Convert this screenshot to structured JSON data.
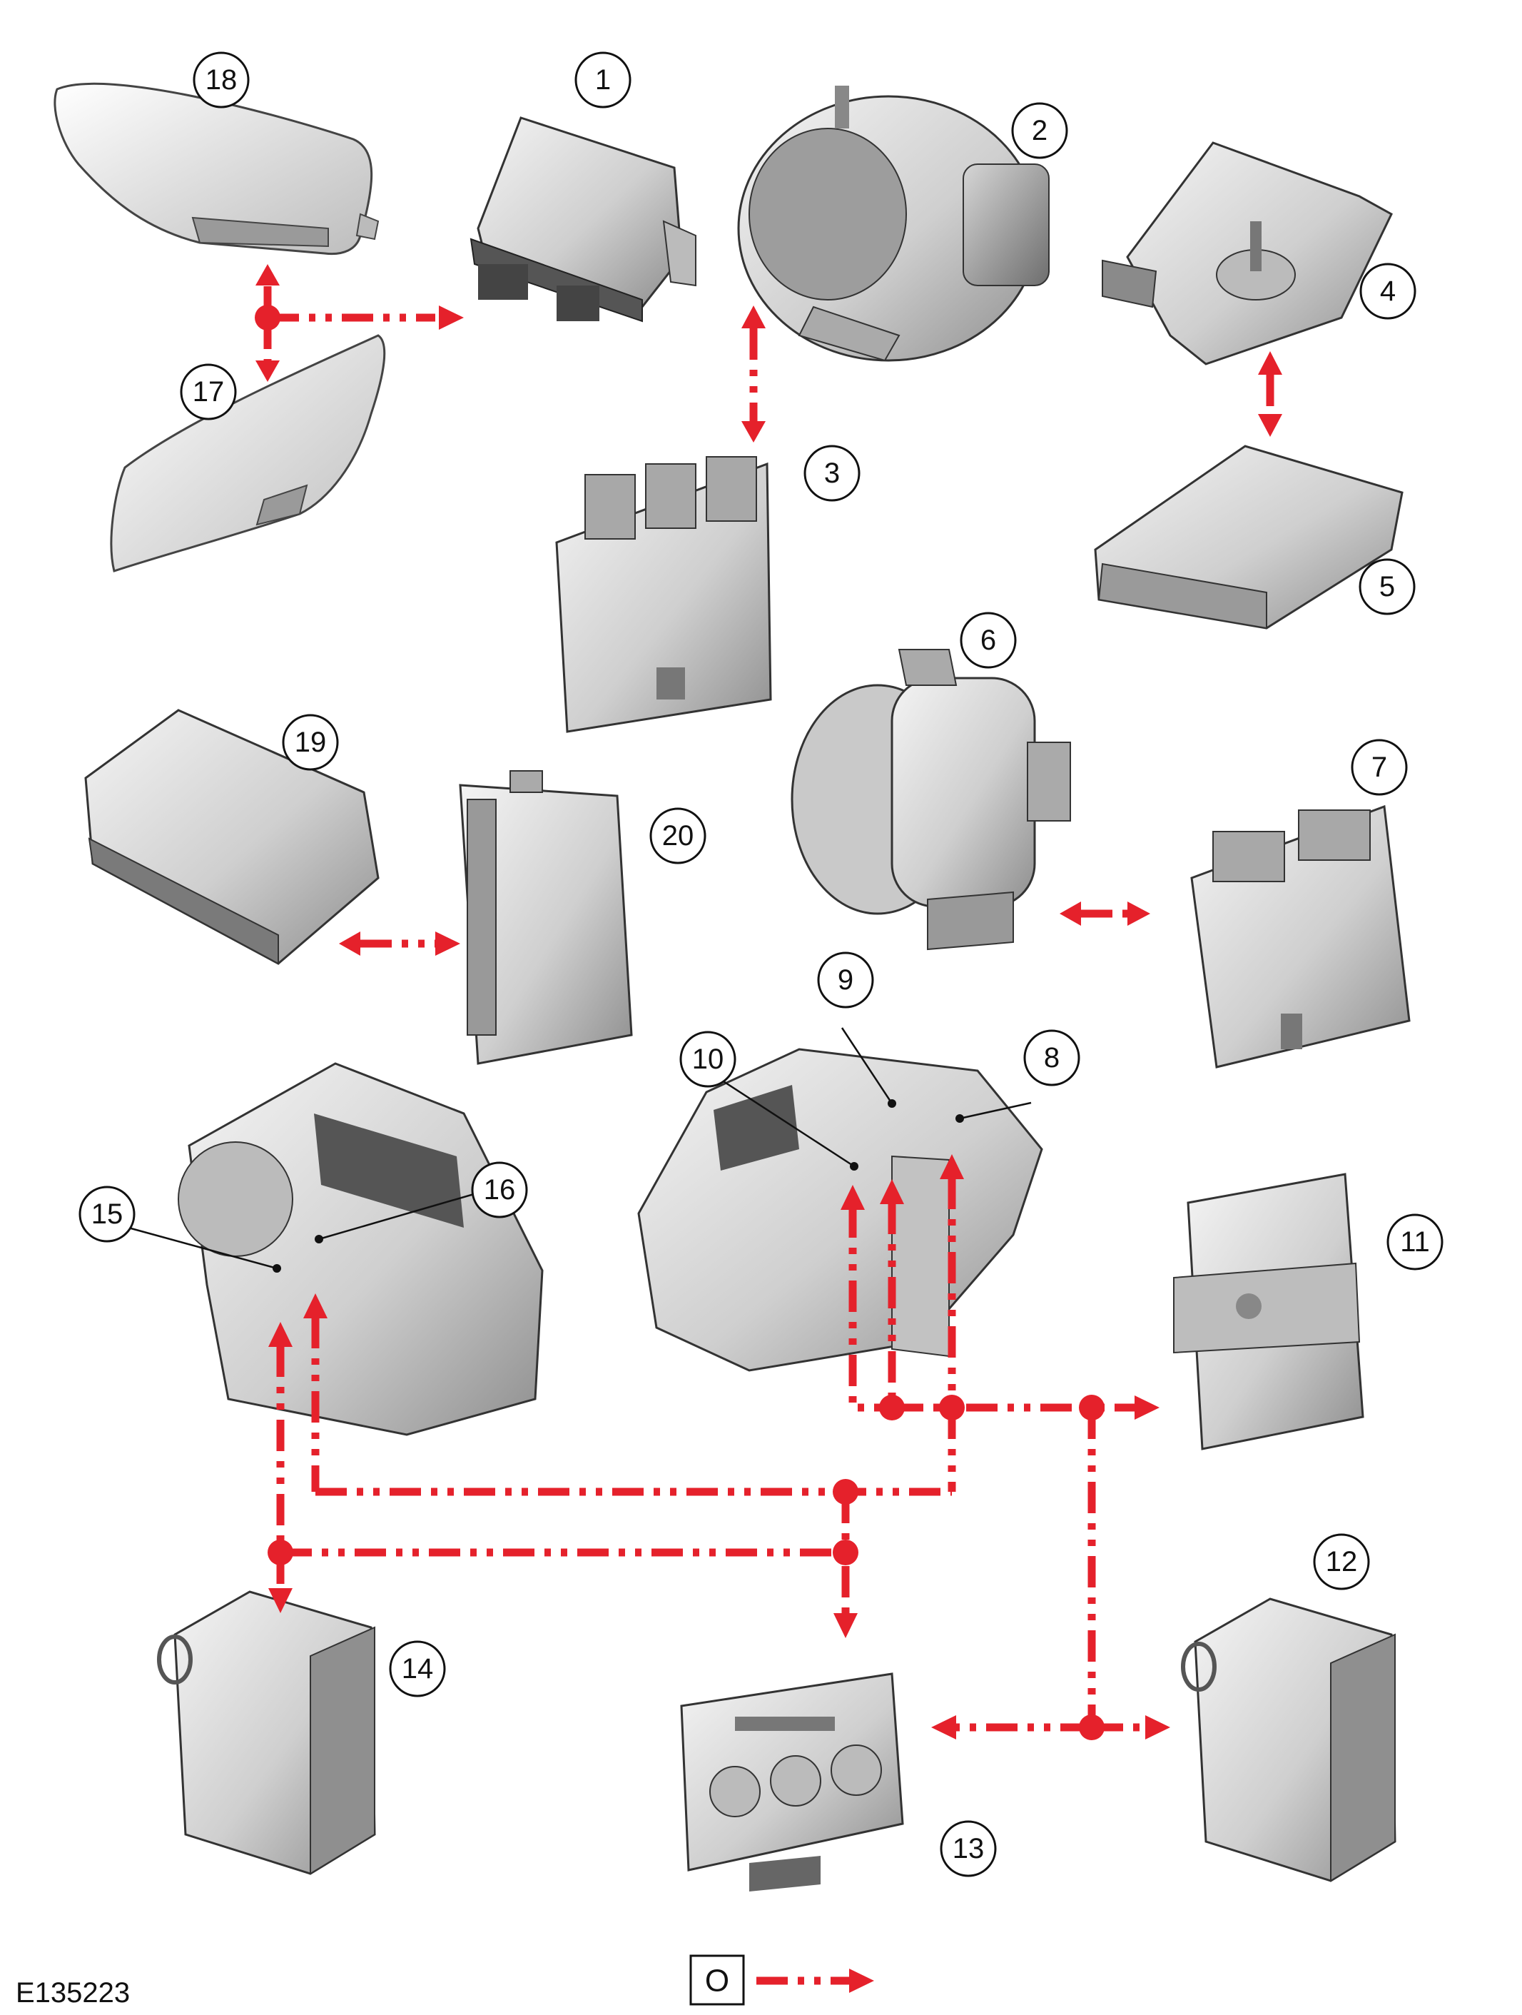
{
  "figure": {
    "reference": "E135223",
    "legend": {
      "key_letter": "O"
    },
    "colors": {
      "bus": "#e5212b",
      "component_fill": "#d9d9d9",
      "component_stroke": "#3a3a3a"
    },
    "component_labels": [
      "1",
      "2",
      "3",
      "4",
      "5",
      "6",
      "7",
      "8",
      "9",
      "10",
      "11",
      "12",
      "13",
      "14",
      "15",
      "16",
      "17",
      "18",
      "19",
      "20"
    ]
  }
}
